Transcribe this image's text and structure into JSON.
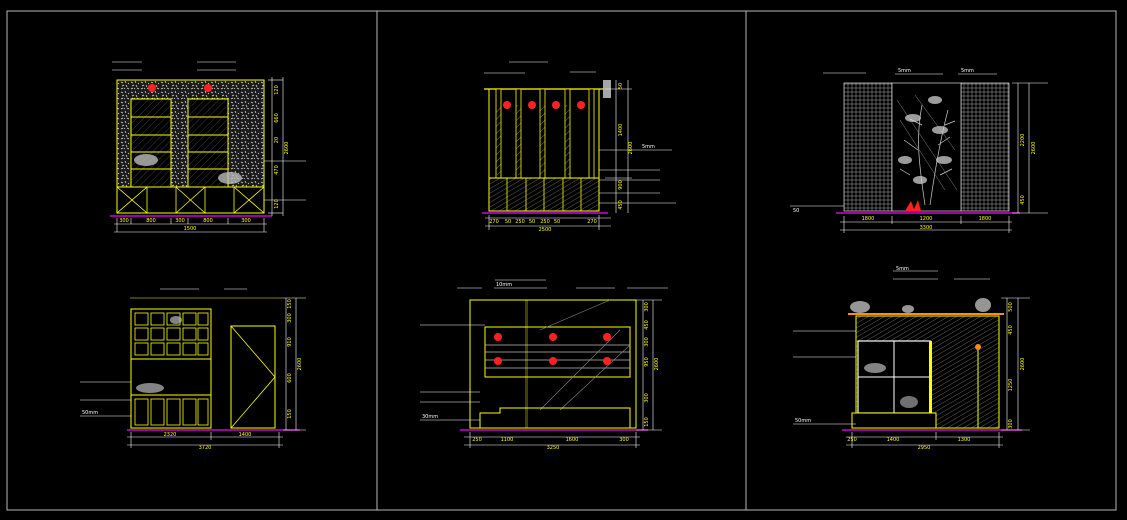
{
  "drawing": {
    "background": "#000000",
    "colors": {
      "frame": "#b8b8b8",
      "outline": "#ffff00",
      "dimension": "#ffffff",
      "lamp": "#ff2020",
      "floor": "#ff00ff",
      "accent": "#ff8c1a",
      "fill": "#d8d8d8"
    },
    "panels": [
      {
        "id": "elevation-1",
        "dims_bottom": [
          "300",
          "800",
          "300",
          "800",
          "300"
        ],
        "total_bottom": "1500",
        "dims_right": [
          "120",
          "660",
          "20",
          "470",
          "120"
        ],
        "total_right": "2600"
      },
      {
        "id": "elevation-2",
        "dims_bottom": [
          "270",
          "50",
          "250",
          "50",
          "250",
          "50",
          "270"
        ],
        "total_bottom": "2500",
        "dims_right": [
          "50",
          "1400",
          "900",
          "450"
        ],
        "total_right": "2600",
        "annotation": "5mm"
      },
      {
        "id": "elevation-3",
        "dims_bottom": [
          "1800",
          "1200",
          "1800"
        ],
        "total_bottom": "3300",
        "dims_right": [
          "2200",
          "450"
        ],
        "total_right": "2600",
        "annotation_left": "5mm",
        "annotation_right": "5mm",
        "note": "50"
      },
      {
        "id": "elevation-4",
        "dims_bottom": [
          "2320",
          "1400"
        ],
        "total_bottom": "3720",
        "dims_right": [
          "150",
          "300",
          "910",
          "600",
          "150"
        ],
        "total_right": "2600",
        "note": "50mm"
      },
      {
        "id": "elevation-5",
        "dims_bottom": [
          "250",
          "1100",
          "1600",
          "300"
        ],
        "total_bottom": "3250",
        "dims_right": [
          "300",
          "450",
          "300",
          "950",
          "300",
          "150"
        ],
        "total_right": "2600",
        "annotation": "10mm",
        "note": "30mm"
      },
      {
        "id": "elevation-6",
        "dims_bottom": [
          "250",
          "1400",
          "1300"
        ],
        "total_bottom": "2950",
        "dims_right": [
          "500",
          "450",
          "1250",
          "300"
        ],
        "total_right": "2600",
        "annotation": "5mm",
        "note": "50mm"
      }
    ]
  }
}
